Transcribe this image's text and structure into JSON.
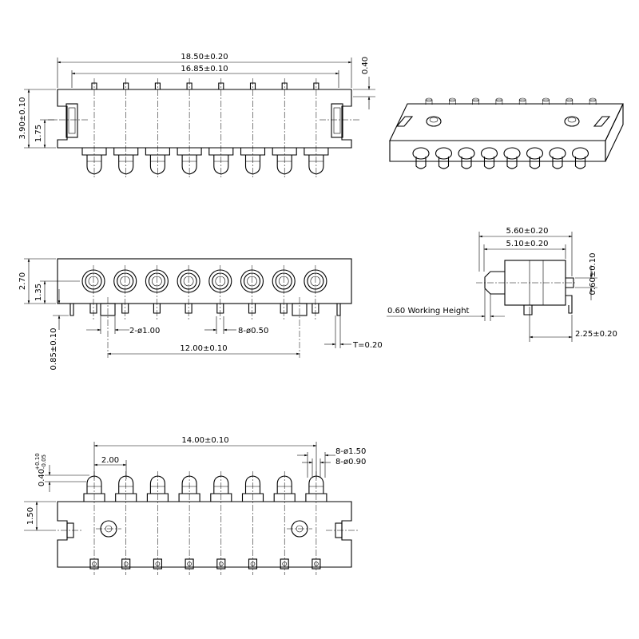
{
  "dimensions": {
    "overall_length": "18.50±0.20",
    "inner_length": "16.85±0.10",
    "top_offset": "0.40",
    "body_height_front": "3.90±0.10",
    "slot_height": "1.75",
    "body_height_side": "2.70",
    "pin_center_height": "1.35",
    "tail_length": "0.85±0.10",
    "peg_count_dia": "2-ø1.00",
    "pin_count_dia": "8-ø0.50",
    "peg_spacing": "12.00±0.10",
    "tail_thickness": "T=0.20",
    "side_total": "5.60±0.20",
    "side_body": "5.10±0.20",
    "side_offset": "0.60±0.10",
    "working_height": "0.60 Working Height",
    "side_foot": "2.25±0.20",
    "pin_span": "14.00±0.10",
    "pitch": "2.00",
    "head_dia": "8-ø1.50",
    "plunger_dia": "8-ø0.90",
    "plunger_height": "0.40",
    "plunger_tol_plus": "+0.10",
    "plunger_tol_minus": "-0.05",
    "bottom_height": "1.50"
  }
}
